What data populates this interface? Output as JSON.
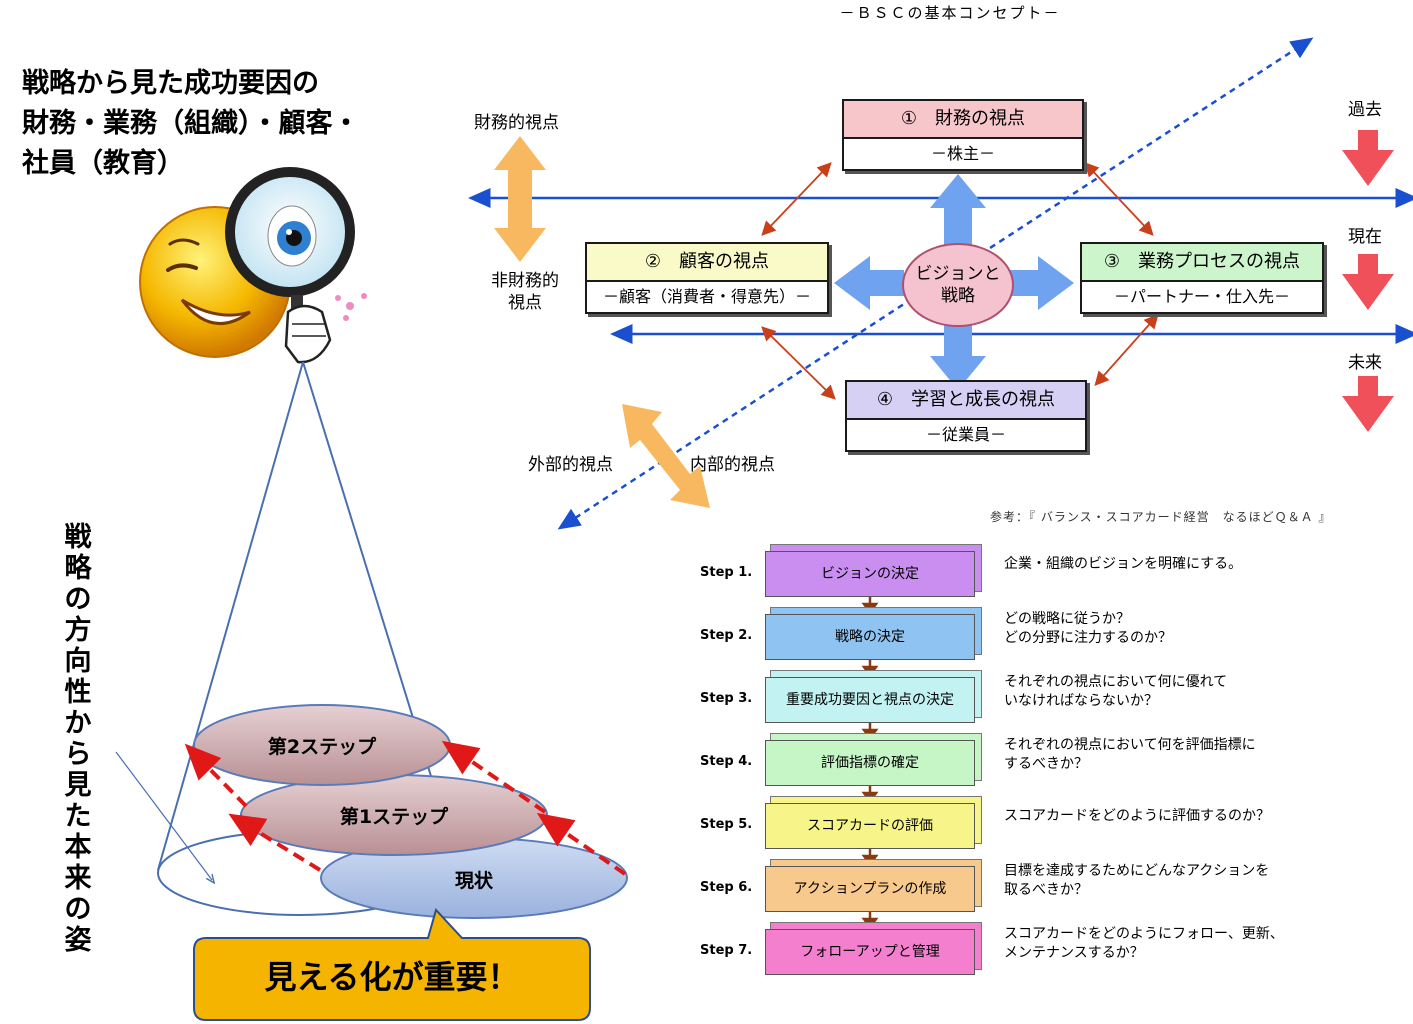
{
  "headline": {
    "lines": [
      "戦略から見た成功要因の",
      "財務・業務（組織）・顧客・",
      "社員（教育）"
    ]
  },
  "vertical_caption": [
    "戦",
    "略",
    "の",
    "方",
    "向",
    "性",
    "か",
    "ら",
    "見",
    "た",
    "本",
    "来",
    "の",
    "姿"
  ],
  "steps_ellipses": {
    "step2": "第2ステップ",
    "step1": "第1ステップ",
    "current": "現状"
  },
  "callout": "見える化が重要！",
  "bsc": {
    "title": "－ＢＳＣの基本コンセプト－",
    "financial_axis": "財務的視点",
    "nonfinancial_axis": [
      "非財務的",
      "視点"
    ],
    "external": "外部的視点",
    "internal": "内部的視点",
    "past": "過去",
    "present": "現在",
    "future": "未来",
    "vision": [
      "ビジョンと",
      "戦略"
    ],
    "boxes": {
      "finance": {
        "head": "①　財務の視点",
        "sub": "－株主－"
      },
      "customer": {
        "head": "②　顧客の視点",
        "sub": "－顧客（消費者・得意先）－"
      },
      "process": {
        "head": "③　業務プロセスの視点",
        "sub": "－パートナー・仕入先－"
      },
      "learning": {
        "head": "④　学習と成長の視点",
        "sub": "－従業員－"
      }
    },
    "reference": "参考：『 バランス・スコアカード経営　なるほどＱ＆Ａ 』"
  },
  "process_steps": [
    {
      "label": "Step 1.",
      "title": "ビジョンの決定",
      "desc": [
        "企業・組織のビジョンを明確にする。"
      ],
      "color": "#c98ef0"
    },
    {
      "label": "Step 2.",
      "title": "戦略の決定",
      "desc": [
        "どの戦略に従うか？",
        "どの分野に注力するのか？"
      ],
      "color": "#8fc3f2"
    },
    {
      "label": "Step 3.",
      "title": "重要成功要因と視点の決定",
      "desc": [
        "それぞれの視点において何に優れて",
        "いなければならないか？"
      ],
      "color": "#c2f2f2"
    },
    {
      "label": "Step 4.",
      "title": "評価指標の確定",
      "desc": [
        "それぞれの視点において何を評価指標に",
        "するべきか？"
      ],
      "color": "#c6f5c6"
    },
    {
      "label": "Step 5.",
      "title": "スコアカードの評価",
      "desc": [
        "スコアカードをどのように評価するのか？"
      ],
      "color": "#f7f58a"
    },
    {
      "label": "Step 6.",
      "title": "アクションプランの作成",
      "desc": [
        "目標を達成するためにどんなアクションを",
        "取るべきか？"
      ],
      "color": "#f7c98d"
    },
    {
      "label": "Step 7.",
      "title": "フォローアップと管理",
      "desc": [
        "スコアカードをどのようにフォロー、更新、",
        "メンテナンスするか？"
      ],
      "color": "#f57fcf"
    }
  ],
  "colors": {
    "callout_fill": "#f5b400",
    "arrow_blue": "#1a4fd0",
    "arrow_red_dash": "#e01818",
    "finance_head": "#f6c6cb",
    "customer_head": "#fafac8",
    "process_head": "#ccf5cc",
    "learning_head": "#d6d0f5",
    "time_arrow": "#f0505a",
    "axis_arrow": "#f8b860"
  }
}
